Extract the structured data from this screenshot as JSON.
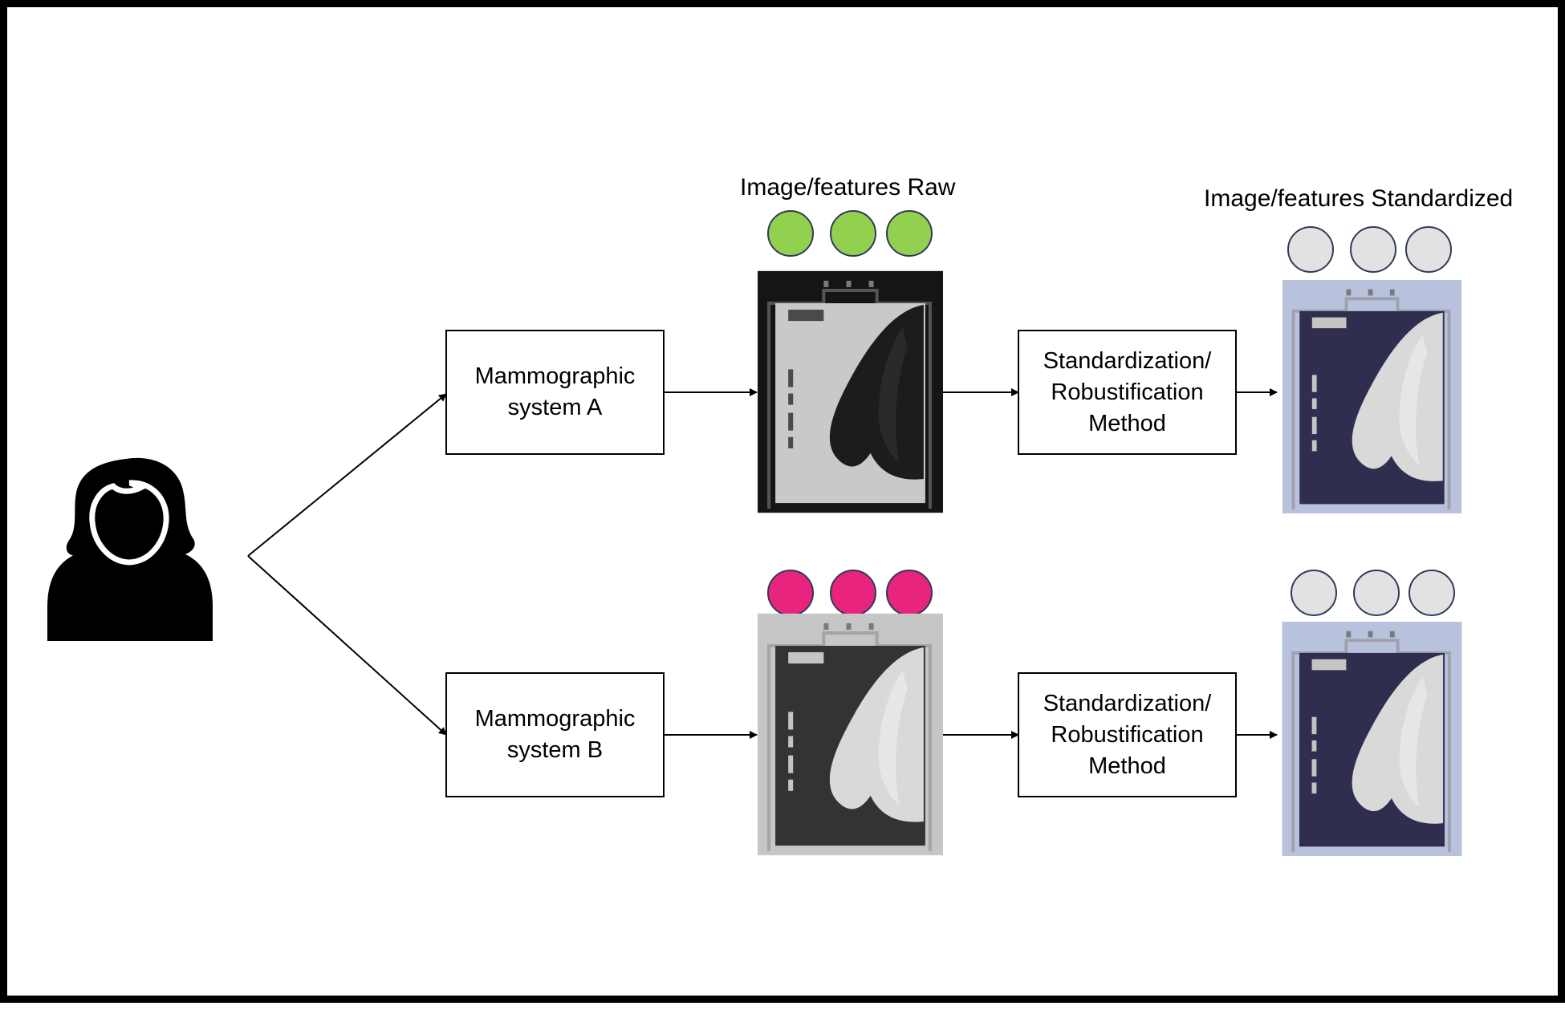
{
  "headings": {
    "raw": "Image/features Raw",
    "standardized": "Image/features Standardized"
  },
  "systems": {
    "a": [
      "Mammographic",
      "system A"
    ],
    "b": [
      "Mammographic",
      "system B"
    ]
  },
  "method": [
    "Standardization/",
    "Robustification",
    "Method"
  ],
  "icons": {
    "patient": "woman-patient-icon",
    "mammogram": "mammogram-film-icon",
    "feature": "feature-dot-icon"
  },
  "colors": {
    "raw_a_dots": "#92d050",
    "raw_b_dots": "#e8247f",
    "standardized_dots": "#e2e2e2",
    "dot_border": "#2f3b56",
    "film_a_frame": "#151515",
    "film_a_panel": "#c9c9c9",
    "film_a_breast": "#1c1c1c",
    "film_b_frame": "#c6c6c6",
    "film_b_panel": "#333333",
    "film_b_breast": "#d9d9d9",
    "film_std_frame": "#b8c2dc",
    "film_std_panel": "#2f2e4e",
    "film_std_breast": "#d9d9d9"
  }
}
